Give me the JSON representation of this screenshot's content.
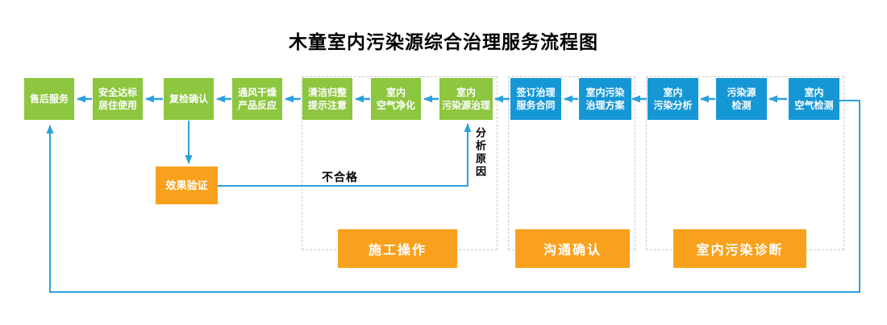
{
  "title": "木童室内污染源综合治理服务流程图",
  "colors": {
    "green": "#8dc63f",
    "blue": "#1697d5",
    "orange": "#f9a11c",
    "arrow": "#2aa0dc",
    "dash": "#cccccc",
    "ink": "#000000"
  },
  "nodes": {
    "indoor_air_test": "室内\n空气检测",
    "pollution_source_test": "污染源\n检测",
    "indoor_pollution_analysis": "室内\n污染分析",
    "treatment_plan": "室内污染\n治理方案",
    "sign_contract": "签订治理\n服务合同",
    "source_treatment": "室内\n污染源治理",
    "air_purification": "室内\n空气净化",
    "cleanup_notice": "清洁归整\n提示注意",
    "ventilation_drying": "通风干燥\n产品反应",
    "recheck_confirm": "复检确认",
    "safe_occupancy": "安全达标\n居住使用",
    "after_sale_service": "售后服务",
    "effect_verification": "效果验证"
  },
  "groups": {
    "construction": "施工操作",
    "communication": "沟通确认",
    "diagnosis": "室内污染诊断"
  },
  "edge_labels": {
    "fail": "不合格",
    "analyze": "分析原因"
  }
}
